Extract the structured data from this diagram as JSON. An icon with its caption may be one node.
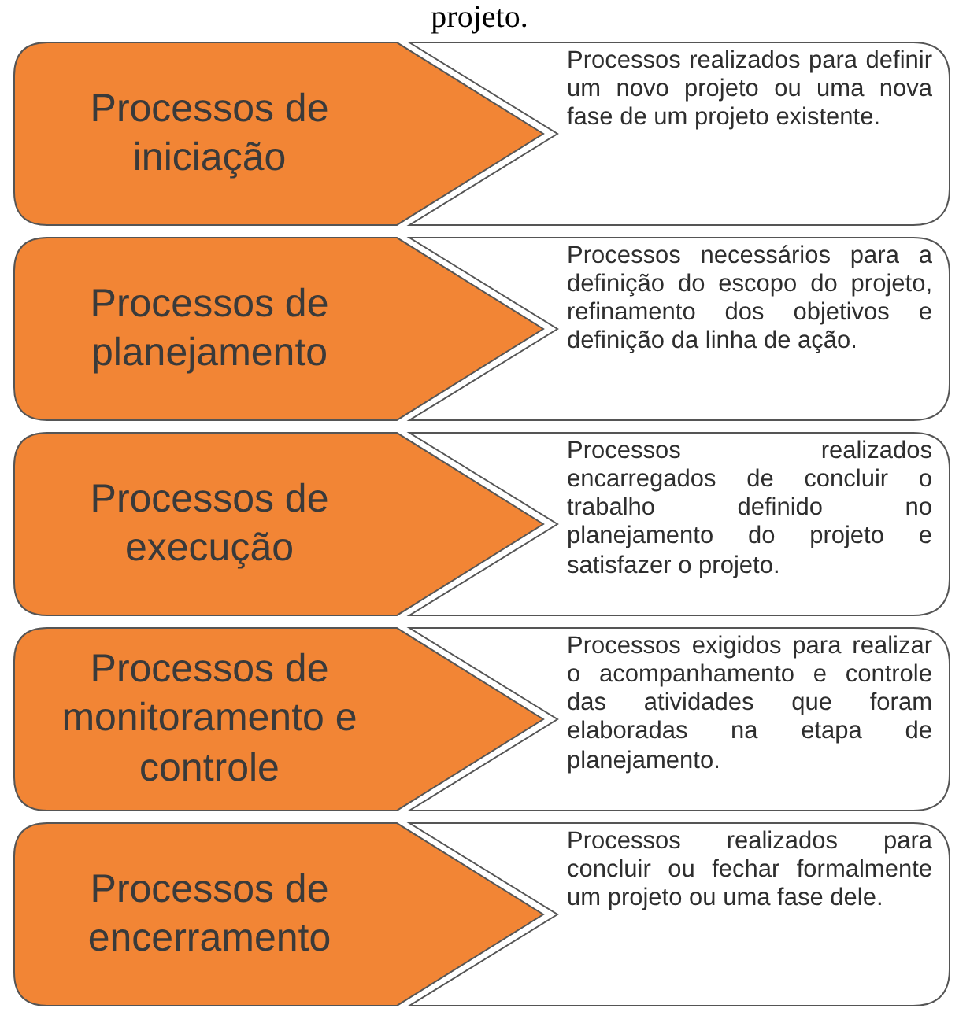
{
  "diagram": {
    "nodes": [
      {
        "text": [
          "Processos de iniciação"
        ]
      },
      {
        "text": [
          "Processos realizados para definir um novo projeto ou uma nova fase de um projeto existente."
        ]
      },
      {
        "text": [
          "Processos de planejamento"
        ]
      },
      {
        "text": [
          "Processos necessários para a definição do escopo do projeto, refinamento dos objetivos e definição da linha de ação."
        ]
      },
      {
        "text": [
          "Processos de execução"
        ]
      },
      {
        "text": [
          "Processos realizados encarregados de concluir o trabalho definido no planejamento do projeto e satisfazer o projeto."
        ]
      },
      {
        "text": [
          "Processos de monitoramento e controle"
        ]
      },
      {
        "text": [
          "Processos exigidos para realizar o acompanhamento e controle das atividades que foram elaboradas na etapa de planejamento."
        ]
      },
      {
        "text": [
          "Processos de encerramento"
        ]
      },
      {
        "text": [
          "Processos realizados para concluir ou fechar formalmente um projeto ou uma fase dele."
        ]
      }
    ],
    "edges": [],
    "labels": [
      "projeto."
    ]
  }
}
